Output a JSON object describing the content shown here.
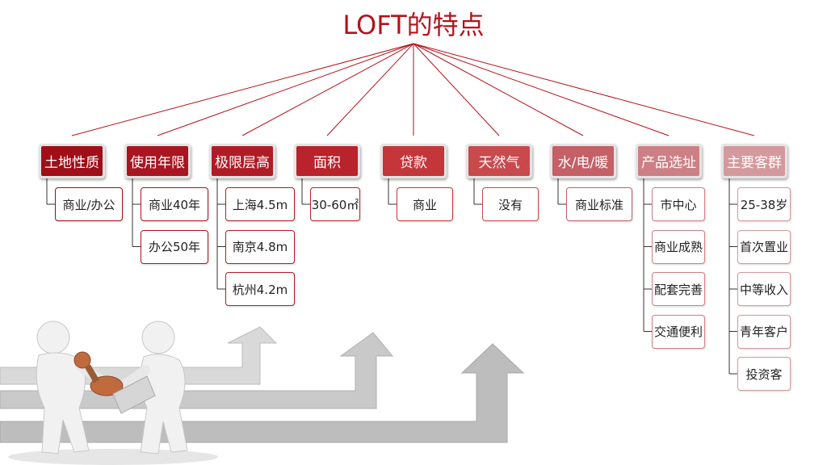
{
  "title": "LOFT的特点",
  "categories": [
    {
      "label": "土地性质",
      "color": "#a00e18",
      "items": [
        "商业/办公"
      ]
    },
    {
      "label": "使用年限",
      "color": "#a91520",
      "items": [
        "商业40年",
        "办公50年"
      ]
    },
    {
      "label": "极限层高",
      "color": "#b01c26",
      "items": [
        "上海4.5m",
        "南京4.8m",
        "杭州4.2m"
      ]
    },
    {
      "label": "面积",
      "color": "#b9232b",
      "items": [
        "30-60㎡"
      ]
    },
    {
      "label": "贷款",
      "color": "#c3363a",
      "items": [
        "商业"
      ]
    },
    {
      "label": "天然气",
      "color": "#c84a4d",
      "items": [
        "没有"
      ]
    },
    {
      "label": "水/电/暖",
      "color": "#c46066",
      "items": [
        "商业标准"
      ]
    },
    {
      "label": "产品选址",
      "color": "#cc8085",
      "items": [
        "市中心",
        "商业成熟",
        "配套完善",
        "交通便利"
      ]
    },
    {
      "label": "主要客群",
      "color": "#d4999d",
      "items": [
        "25-38岁",
        "首次置业",
        "中等收入",
        "青年客户",
        "投资客"
      ]
    }
  ]
}
